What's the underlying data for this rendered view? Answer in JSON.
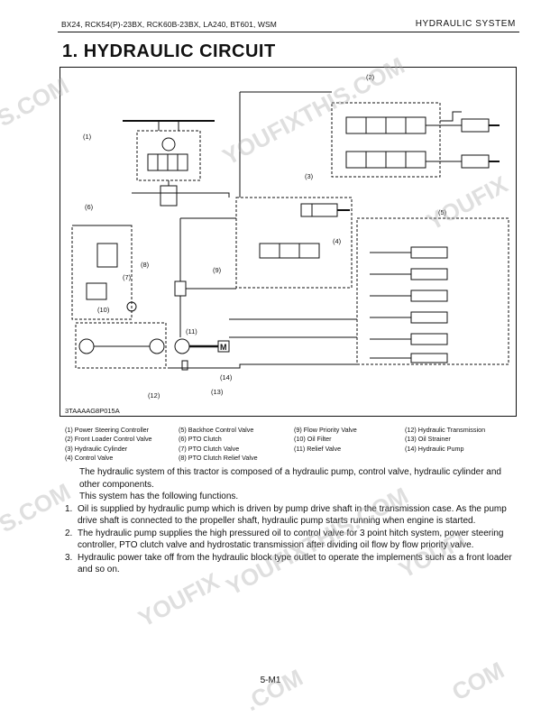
{
  "header": {
    "models": "BX24, RCK54(P)-23BX, RCK60B-23BX, LA240, BT601, WSM",
    "section": "HYDRAULIC SYSTEM"
  },
  "title": "1.  HYDRAULIC  CIRCUIT",
  "figure": {
    "code": "3TAAAAG8P015A",
    "callouts": [
      "(1)",
      "(2)",
      "(3)",
      "(4)",
      "(5)",
      "(6)",
      "(7)",
      "(8)",
      "(9)",
      "(10)",
      "(11)",
      "(12)",
      "(13)",
      "(14)"
    ],
    "motor_label": "M"
  },
  "legend": [
    [
      "(1)  Power Steering Controller",
      "(2)  Front Loader Control Valve",
      "(3)  Hydraulic Cylinder",
      "(4)  Control Valve"
    ],
    [
      "(5)  Backhoe Control Valve",
      "(6)  PTO Clutch",
      "(7)  PTO Clutch Valve",
      "(8)  PTO Clutch Relief Valve"
    ],
    [
      "(9)  Flow Priority Valve",
      "(10)  Oil Filter",
      "(11)  Relief Valve"
    ],
    [
      "(12)  Hydraulic Transmission",
      "(13)  Oil Strainer",
      "(14)  Hydraulic Pump"
    ]
  ],
  "body": {
    "intro": "The hydraulic system of this tractor is composed of a hydraulic pump, control valve, hydraulic cylinder and other components.",
    "intro2": "This system has the following functions.",
    "items": [
      {
        "num": "1.",
        "text": "Oil is supplied by hydraulic pump which is driven by pump drive shaft in the transmission case.  As the pump drive shaft is connected to the propeller shaft, hydraulic pump starts running when engine is started."
      },
      {
        "num": "2.",
        "text": "The hydraulic pump supplies the high pressured oil to control valve for 3 point hitch system, power steering controller, PTO clutch valve and hydrostatic transmission after dividing oil flow by flow priority valve."
      },
      {
        "num": "3.",
        "text": "Hydraulic power take off from the hydraulic block type outlet to operate the implements such as a front loader and so on."
      }
    ]
  },
  "page_number": "5-M1",
  "watermarks": [
    "S.COM",
    "YOUFIXTHIS.COM",
    "YOUFIX",
    "S.COM",
    "YOUFIXTHIS.COM",
    "YOUFI",
    "YOUFIX",
    ".COM",
    "COM"
  ]
}
